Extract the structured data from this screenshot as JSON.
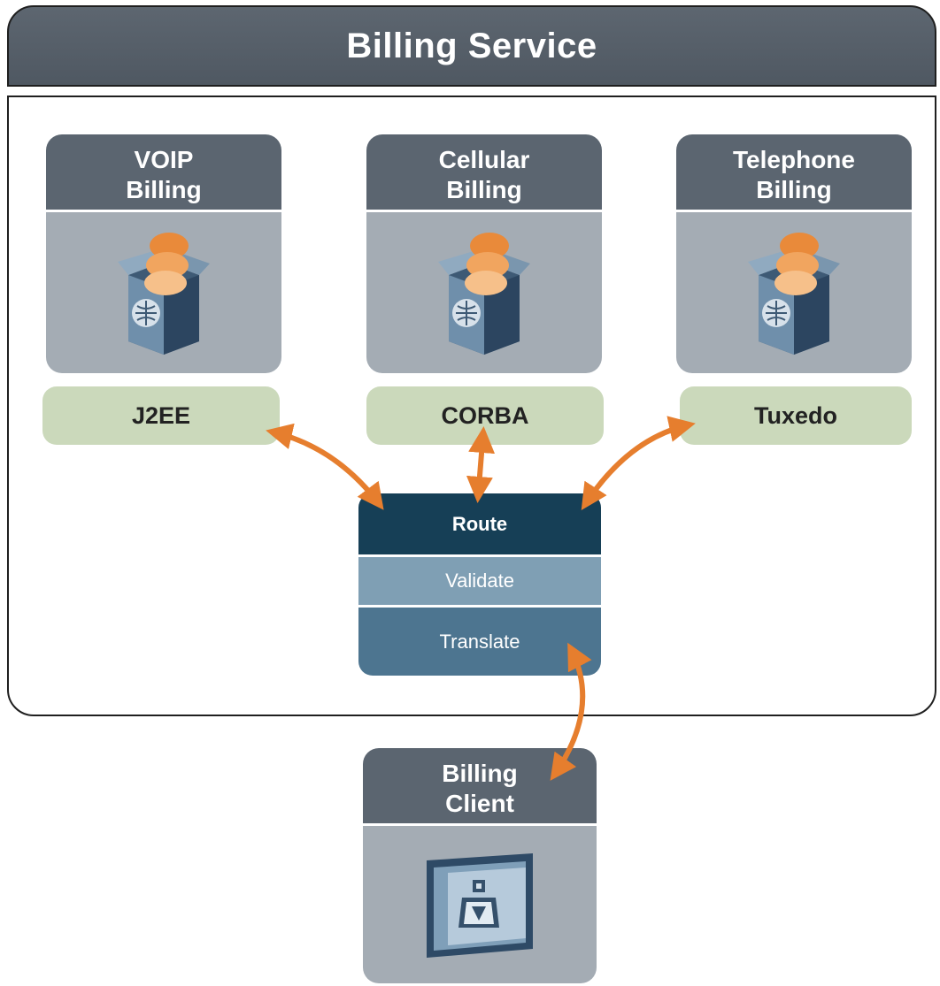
{
  "title": "Billing Service",
  "services": [
    {
      "name_line1": "VOIP",
      "name_line2": "Billing",
      "technology": "J2EE",
      "icon": "software-package-icon"
    },
    {
      "name_line1": "Cellular",
      "name_line2": "Billing",
      "technology": "CORBA",
      "icon": "software-package-icon"
    },
    {
      "name_line1": "Telephone",
      "name_line2": "Billing",
      "technology": "Tuxedo",
      "icon": "software-package-icon"
    }
  ],
  "pipeline": {
    "stages": [
      "Route",
      "Validate",
      "Translate"
    ]
  },
  "client": {
    "name_line1": "Billing",
    "name_line2": "Client",
    "icon": "user-window-icon"
  },
  "colors": {
    "header_gray": "#5b6570",
    "card_body_gray": "#a4acb4",
    "tech_green": "#cbd9bb",
    "route": "#163f56",
    "validate": "#7f9fb4",
    "translate": "#4d7590",
    "arrow_orange": "#e67e2e"
  }
}
